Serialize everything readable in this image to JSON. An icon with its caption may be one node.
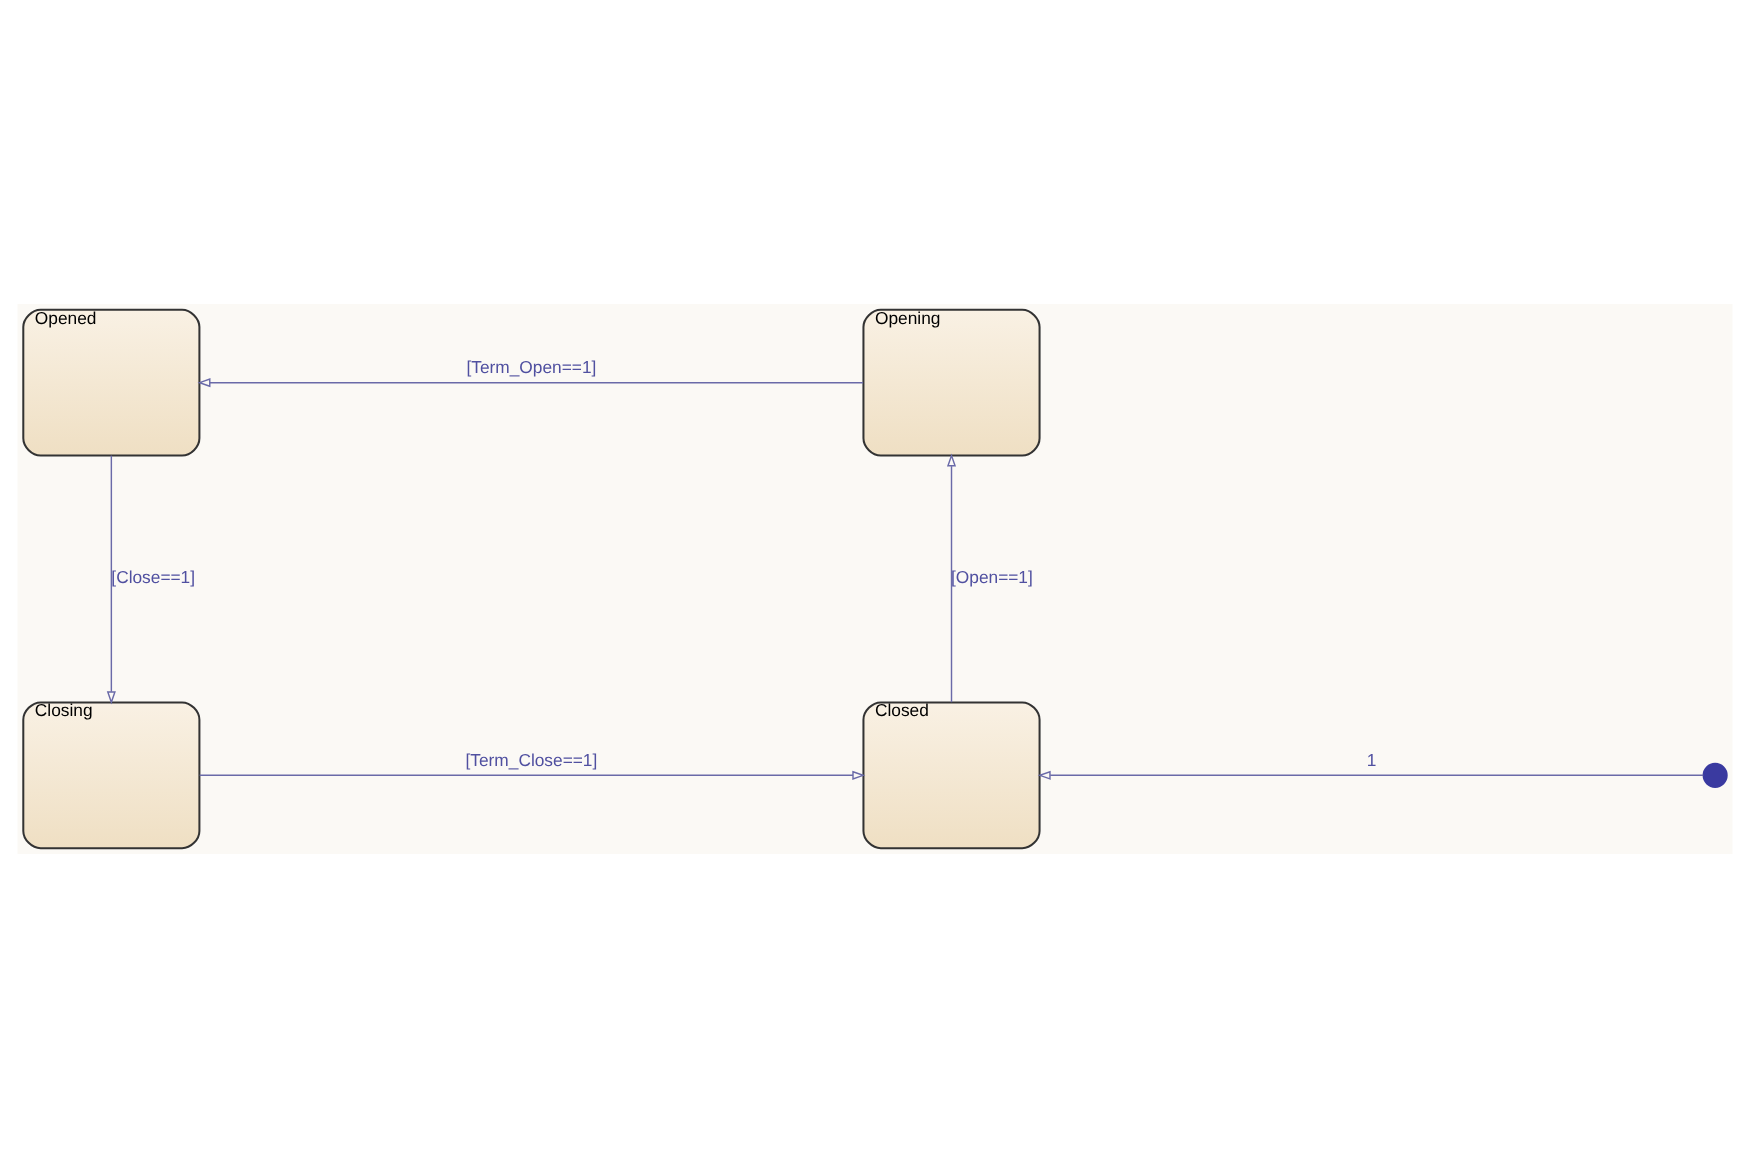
{
  "diagram": {
    "nodes": [
      {
        "text": [
          "Opened"
        ]
      },
      {
        "text": [
          "Opening"
        ]
      },
      {
        "text": [
          "Closing"
        ]
      },
      {
        "text": [
          "Closed"
        ]
      },
      {
        "text": [],
        "shape": "circle"
      }
    ],
    "edges": [
      {
        "from": 1,
        "to": 0,
        "arrow": "to",
        "label": "[Term_Open==1]"
      },
      {
        "from": 0,
        "to": 2,
        "arrow": "to",
        "label": "[Close==1]"
      },
      {
        "from": 2,
        "to": 3,
        "arrow": "to",
        "label": "[Term_Close==1]"
      },
      {
        "from": 3,
        "to": 1,
        "arrow": "to",
        "label": "[Open==1]"
      },
      {
        "from": 4,
        "to": 3,
        "arrow": "to",
        "label": "1"
      }
    ]
  }
}
